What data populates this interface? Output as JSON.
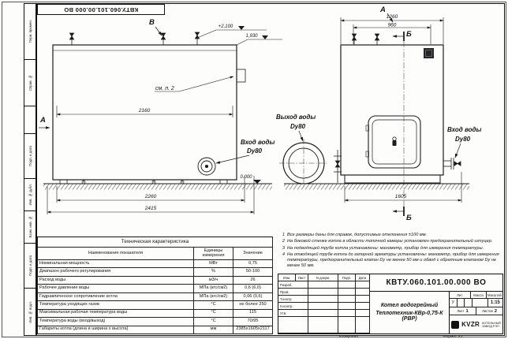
{
  "colors": {
    "line": "#1c1c1c",
    "paper": "#fdfdfc"
  },
  "top_stamp": "КВТУ.060.101.00.000 ВО",
  "margin_labels": [
    "Перв. примен.",
    "Справ. №",
    "",
    "Подп. и дата",
    "Инв. № дубл.",
    "Взам. инв. №",
    "Подп. и дата",
    "Инв. № подл."
  ],
  "drawing": {
    "view_letter_b": "В",
    "view_letter_a_left": "А",
    "view_letter_a_top": "А",
    "section_letter_top": "Б",
    "section_letter_bottom": "Б",
    "level_top": "+2,100",
    "level_mid": "1,930",
    "level_zero": "0.000",
    "see_note": "см. п. 2",
    "outlet_label_1": "Выход воды",
    "outlet_label_2": "Dy80",
    "inlet_left_label_1": "Вход воды",
    "inlet_left_label_2": "Dy80",
    "inlet_right_label_1": "Вход воды",
    "inlet_right_label_2": "Dy80",
    "dims": {
      "front_width": "2160",
      "front_width_mid": "2260",
      "front_width_full": "2415",
      "side_width_full": "1260",
      "side_width_inner": "960",
      "side_width_base": "1605"
    }
  },
  "tech_table": {
    "title": "Техническая характеристика",
    "headers": [
      "Наименование показателя",
      "Единицы измерения",
      "Значение"
    ],
    "rows": [
      [
        "Номинальная мощность",
        "МВт",
        "0,75"
      ],
      [
        "Диапазон рабочего регулирования",
        "%",
        "50-100"
      ],
      [
        "Расход воды",
        "м3/ч",
        "26"
      ],
      [
        "Рабочее давление воды",
        "МПа (кгс/см2)",
        "0,6 (6,0)"
      ],
      [
        "Гидравлическое сопротивление котла",
        "МПа (кгс/см2)",
        "0,06 (0,6)"
      ],
      [
        "Температура уходящих газов",
        "°С",
        "не более 250"
      ],
      [
        "Максимальная рабочая температура воды",
        "°С",
        "115"
      ],
      [
        "Температура воды (вход/выход)",
        "°С",
        "70/95"
      ],
      [
        "Габариты котла (длина и ширина х высота)",
        "мм",
        "2385х1605х2117"
      ]
    ]
  },
  "notes": [
    {
      "num": "1",
      "text": "Все размеры даны для справок, допустимые отклонения ±100 мм."
    },
    {
      "num": "2",
      "text": "На боковой стенке котла в области топочной камеры установлен предохранительный штуцер."
    },
    {
      "num": "3",
      "text": "На подводящей трубе котла установлены: манометр, прибор для измерения температуры."
    },
    {
      "num": "4",
      "text": "На отводящей трубе котла до запорной арматуры установлены: манометр, прибор для измерения температуры, предохранительный клапан Dу не менее 50 мм и обвод с обратным клапаном Dу не менее 50 мм."
    }
  ],
  "title_block": {
    "doc_number": "КВТУ.060.101.00.000 ВО",
    "product_line1": "Котел водогрейный",
    "product_line2": "Теплотехник-КВр-0,75-К (РВР)",
    "header_cells": [
      "Изм.",
      "Лист",
      "N докум.",
      "Подп.",
      "Дата"
    ],
    "roles": [
      "Разраб.",
      "Пров.",
      "Т.контр.",
      "Н.контр.",
      "Утв."
    ],
    "lit_label": "Лит.",
    "lit_value": "У",
    "mass_label": "Масса",
    "scale_label": "Масштаб",
    "scale_value": "1:15",
    "sheet_label": "Лист",
    "sheet_value": "1",
    "sheets_label": "Листов",
    "sheets_value": "2",
    "company_abbr": "KVZR",
    "company_line1": "КОТЕЛЬНЫЙ",
    "company_line2": "ЗАВОД РЭП",
    "footer_copied": "Копировал",
    "footer_format": "Формат А3"
  }
}
